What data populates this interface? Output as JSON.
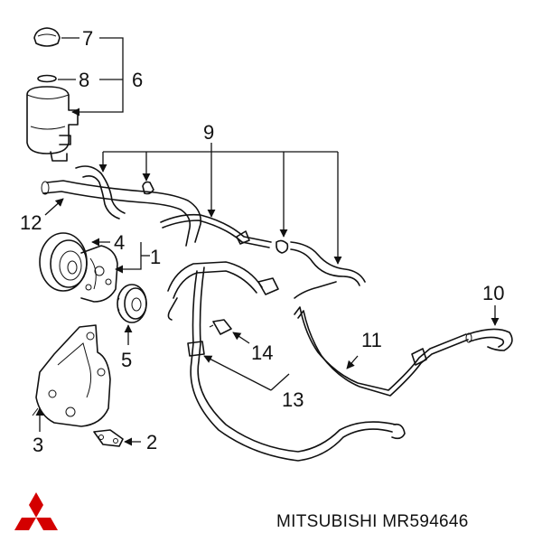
{
  "callouts": {
    "c1": "1",
    "c2": "2",
    "c3": "3",
    "c4": "4",
    "c5": "5",
    "c6": "6",
    "c7": "7",
    "c8": "8",
    "c9": "9",
    "c10": "10",
    "c11": "11",
    "c12": "12",
    "c13": "13",
    "c14": "14"
  },
  "footer": {
    "part_label": "MITSUBISHI MR594646",
    "logo_color": "#d40000"
  }
}
